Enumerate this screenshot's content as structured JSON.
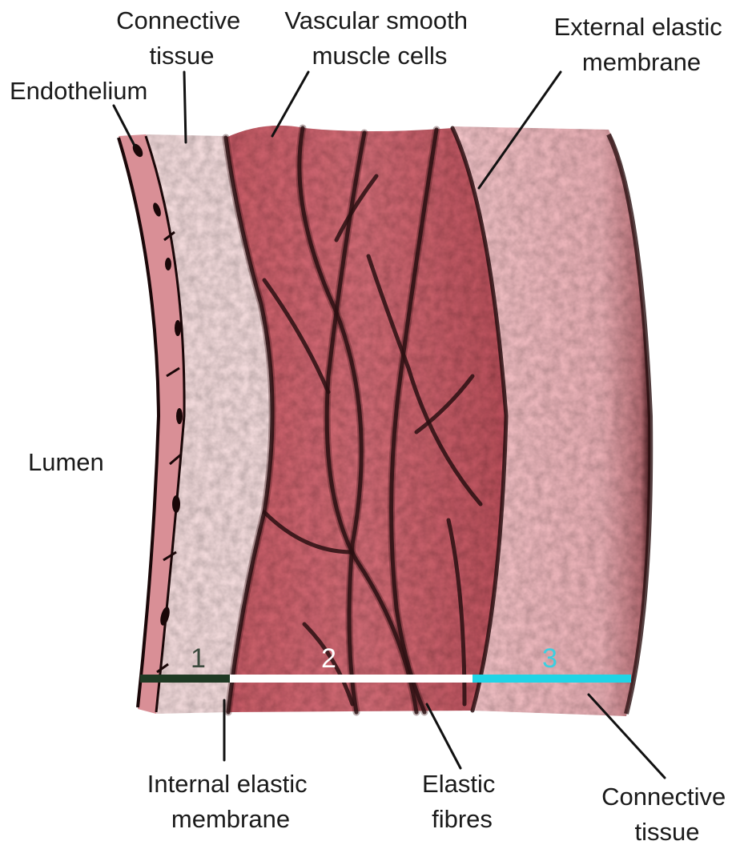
{
  "labels": {
    "connective_tissue_top": [
      "Connective",
      "tissue"
    ],
    "vascular_smooth_muscle": [
      "Vascular smooth",
      "muscle cells"
    ],
    "external_elastic_membrane": [
      "External elastic",
      "membrane"
    ],
    "endothelium": [
      "Endothelium"
    ],
    "lumen": [
      "Lumen"
    ],
    "internal_elastic_membrane": [
      "Internal elastic",
      "membrane"
    ],
    "elastic_fibres": [
      "Elastic",
      "fibres"
    ],
    "connective_tissue_bottom": [
      "Connective",
      "tissue"
    ]
  },
  "layers": [
    {
      "number": "1",
      "color": "#1f3a24"
    },
    {
      "number": "2",
      "color": "#ffffff"
    },
    {
      "number": "3",
      "color": "#20d4e6"
    }
  ],
  "colors": {
    "intima": "#f1d9da",
    "media": "#c85d68",
    "adventitia": "#ebb6bb",
    "endothelium": "#d98f96",
    "fibre": "#2a0f12"
  }
}
